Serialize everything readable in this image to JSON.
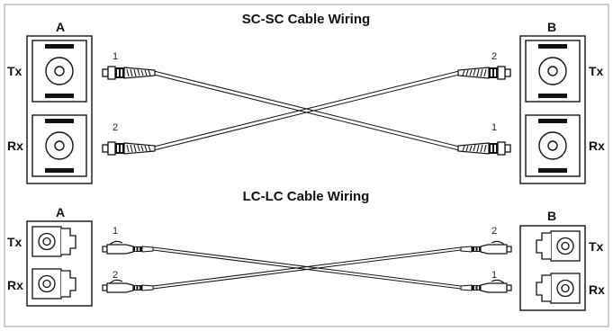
{
  "sc_section": {
    "title": "SC-SC Cable Wiring",
    "left_label": "A",
    "right_label": "B",
    "left_tx": "Tx",
    "left_rx": "Rx",
    "right_tx": "Tx",
    "right_rx": "Rx",
    "left_top_num": "1",
    "left_bottom_num": "2",
    "right_top_num": "2",
    "right_bottom_num": "1"
  },
  "lc_section": {
    "title": "LC-LC Cable Wiring",
    "left_label": "A",
    "right_label": "B",
    "left_tx": "Tx",
    "left_rx": "Rx",
    "right_tx": "Tx",
    "right_rx": "Rx",
    "left_top_num": "1",
    "left_bottom_num": "2",
    "right_top_num": "2",
    "right_bottom_num": "1"
  }
}
